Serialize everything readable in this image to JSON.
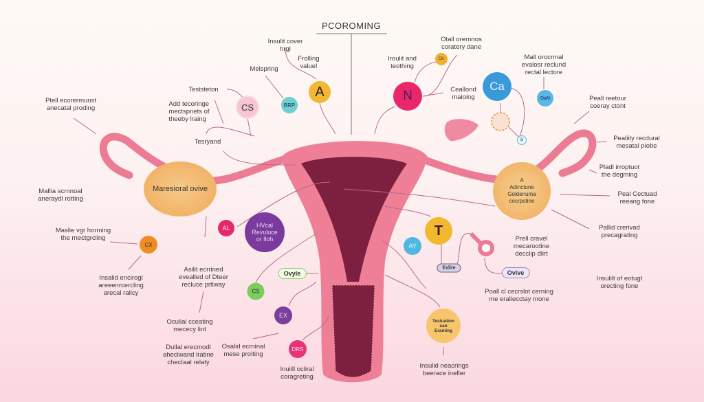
{
  "title": "PCOROMING",
  "colors": {
    "uterus": "#ee7f97",
    "uterus_inner": "#7d1f3f",
    "ovary": "#f2b66a",
    "accent_pink": "#e8286b",
    "accent_blue": "#3a9ad9",
    "accent_purple": "#7b3a9e"
  },
  "nodes": {
    "a_top": "A",
    "brp": "BRP",
    "cs_top": "CS",
    "n": "N",
    "ck": "CK",
    "ca": "Ca",
    "dan": "DaN",
    "b_small": "B",
    "left_ovary": "Maresioral ovive",
    "right_ovary": "A\nAdinctune\nGoldenuma\ncocrpotine",
    "al": "AL",
    "hvcal": "HVcal\nRevuluce\nor lloh",
    "cx": "CX",
    "cs_green": "CS",
    "ovyle": "Ovyle",
    "ex": "EX",
    "drs": "DRS",
    "t": "T",
    "ay": "AY",
    "exlire": "Exlire",
    "ovive": "Ovive",
    "testation": "Tesluation\nean\nEraming"
  },
  "labels": {
    "insulit_cover": "Insulit cover\nhrgl",
    "frolling": "Frolling\nvalue!",
    "melspring": "Melspring",
    "teststeton": "Teststeton",
    "add_tecoringe": "Add tecoringe\nmectspnets of\ntheeby lraing",
    "tesryand": "Tesryand",
    "ptell": "Ptell ecorermunst\nanecatal proding",
    "mallia": "Mallia scrnnoal\naneraydl rotting",
    "iroulit": "Iroulit and\nteothing",
    "otall": "Otall orernnos\ncoratery dane",
    "ceallond": "Ceallond\nmaioing",
    "mall": "Mall orocrmal\nevalosr reclund\nrectal lectore",
    "peall_reetour": "Peall reetour\ncoeray ctont",
    "pealiity": "Pealiity recdural\nmesatal piobe",
    "pladl": "Pladl irroptuot\nthe degming",
    "peal_cectuad": "Peal Cectuad\nreeang fone",
    "pallid": "Pallid crerivad\nprecagrating",
    "prell": "Prell cravel\nmecarootine\ndecclip dlirt",
    "poall": "Poall cl cecrslot cerning\nme eraliecctay mone",
    "insulilt_eotugt": "Insulilt of eotugt\norecting fone",
    "insulid_neacrings": "Insulid neacrings\nbeerace ineller",
    "maslie": "Maslie vgr horming\nthe rnectgrcling",
    "insalid_encirogl": "Insalid encirogl\nareeenrcercling\narecal ralicy",
    "asilit": "Asilit ecrrined\nevealled of Dteer\nrecluce prtlway",
    "oculial": "Oculial cceating\nmececy lint",
    "dullal": "Dullal erecmodl\naheclwand lratine\nchecIaal relaty",
    "osalid": "Osalid ecrninal\nmese proiting",
    "inuiill": "Inuiill ocliral\ncoragreting"
  }
}
